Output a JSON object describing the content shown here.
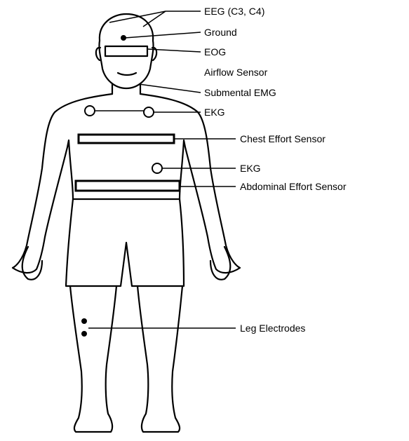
{
  "diagram": {
    "labels": {
      "eeg": "EEG (C3, C4)",
      "ground": "Ground",
      "eog": "EOG",
      "airflow": "Airflow Sensor",
      "submental_emg": "Submental EMG",
      "ekg_chest": "EKG",
      "chest_effort": "Chest Effort Sensor",
      "ekg_abdomen": "EKG",
      "abdominal_effort": "Abdominal Effort Sensor",
      "leg_electrodes": "Leg Electrodes"
    },
    "colors": {
      "line": "#000000",
      "background": "#ffffff"
    }
  }
}
